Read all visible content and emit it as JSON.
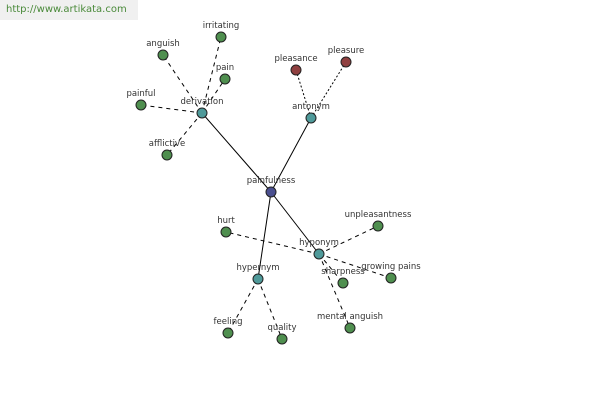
{
  "watermark": "http://www.artikata.com",
  "colors": {
    "center": "#4a4f8f",
    "relation": "#4f9a9a",
    "leaf": "#4f8f4f",
    "antonym_leaf": "#8f3f3f"
  },
  "center": {
    "label": "painfulness"
  },
  "relations": {
    "derivation": {
      "label": "derivation",
      "leaves": [
        "irritating",
        "anguish",
        "pain",
        "painful",
        "afflictive"
      ]
    },
    "antonym": {
      "label": "antonym",
      "leaves": [
        "pleasance",
        "pleasure"
      ]
    },
    "hyponym": {
      "label": "hyponym",
      "leaves": [
        "unpleasantness",
        "hurt",
        "sharpness",
        "growing pains",
        "mental anguish"
      ]
    },
    "hypernym": {
      "label": "hypernym",
      "leaves": [
        "feeling",
        "quality"
      ]
    }
  }
}
